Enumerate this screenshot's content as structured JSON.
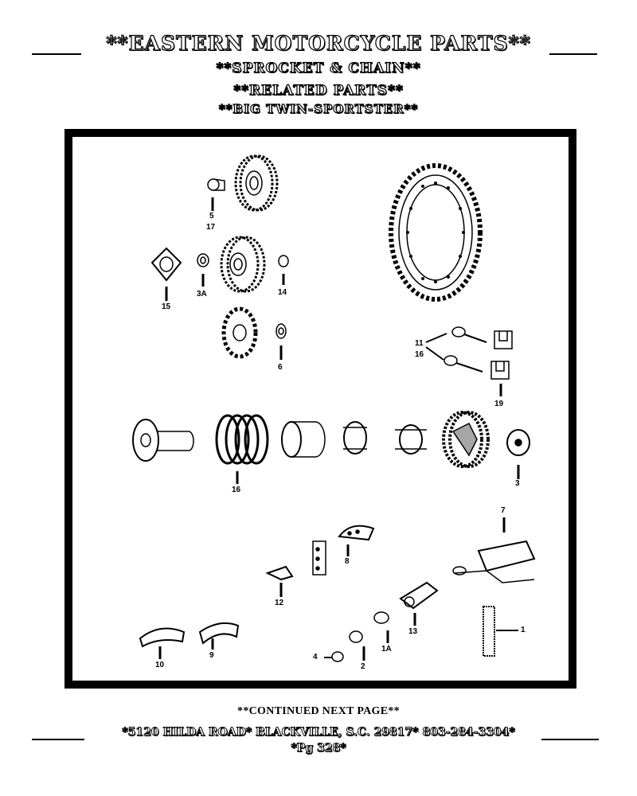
{
  "header": {
    "title": "**EASTERN MOTORCYCLE PARTS**",
    "subtitle1": "**SPROCKET & CHAIN**",
    "subtitle2": "**RELATED PARTS**",
    "subtitle3": "**BIG TWIN-SPORTSTER**"
  },
  "diagram": {
    "labels": {
      "l5": "5",
      "l17": "17",
      "l15": "15",
      "l3A": "3A",
      "l14": "14",
      "l6": "6",
      "l11": "11",
      "l16a": "16",
      "l19": "19",
      "l16b": "16",
      "l3": "3",
      "l7": "7",
      "l8": "8",
      "l12": "12",
      "l13": "13",
      "l1": "1",
      "l10": "10",
      "l9": "9",
      "l4": "4",
      "l2": "2",
      "l1A": "1A"
    }
  },
  "footer": {
    "continued": "**CONTINUED NEXT PAGE**",
    "address": "*5120 HILDA ROAD* BLACKVILLE, S.C. 29817* 803-284-3304*",
    "page": "*Pg 328*"
  }
}
